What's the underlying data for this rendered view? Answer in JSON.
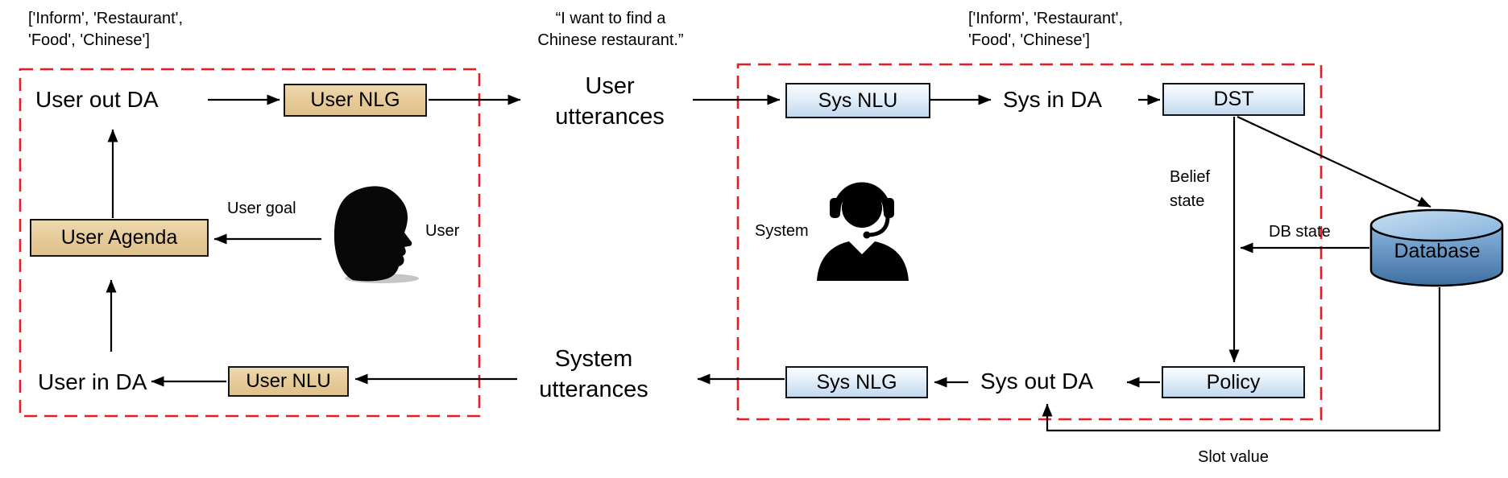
{
  "user_simulator": {
    "da_list": "['Inform', 'Restaurant',\n'Food', 'Chinese']",
    "user_out_da": "User out DA",
    "user_nlg": "User NLG",
    "user_agenda": "User Agenda",
    "user_goal": "User goal",
    "user": "User",
    "user_in_da": "User in DA",
    "user_nlu": "User NLU"
  },
  "utterances": {
    "example_quote": "“I want to find a\nChinese restaurant.”",
    "user_utterances": "User\nutterances",
    "system_utterances": "System\nutterances"
  },
  "system": {
    "da_list": "['Inform', 'Restaurant',\n'Food', 'Chinese']",
    "sys_nlu": "Sys NLU",
    "sys_in_da": "Sys in DA",
    "dst": "DST",
    "belief_state": "Belief\nstate",
    "system": "System",
    "db_state": "DB state",
    "database": "Database",
    "policy": "Policy",
    "sys_out_da": "Sys out DA",
    "sys_nlg": "Sys NLG",
    "slot_value": "Slot value"
  },
  "colors": {
    "tan_box_fill": "#e5c997",
    "blue_box_fill": "#d5e6f5",
    "database_fill": "#5a8cbd",
    "boundary_dashed": "#ea1c22",
    "arrow": "#000000"
  }
}
